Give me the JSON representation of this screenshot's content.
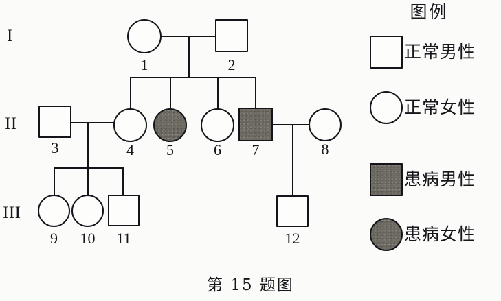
{
  "figure": {
    "caption": "第 15 题图",
    "background_color": "#fbfbfa",
    "stroke_color": "#14141a",
    "affected_fill_color": "#6e6b63",
    "unaffected_fill_color": "#fdfdfc"
  },
  "generations": [
    {
      "label": "I"
    },
    {
      "label": "II"
    },
    {
      "label": "III"
    }
  ],
  "individuals": [
    {
      "id": "1",
      "number": "1",
      "sex": "female",
      "affected": false,
      "generation": "I"
    },
    {
      "id": "2",
      "number": "2",
      "sex": "male",
      "affected": false,
      "generation": "I"
    },
    {
      "id": "3",
      "number": "3",
      "sex": "male",
      "affected": false,
      "generation": "II"
    },
    {
      "id": "4",
      "number": "4",
      "sex": "female",
      "affected": false,
      "generation": "II"
    },
    {
      "id": "5",
      "number": "5",
      "sex": "female",
      "affected": true,
      "generation": "II"
    },
    {
      "id": "6",
      "number": "6",
      "sex": "female",
      "affected": false,
      "generation": "II"
    },
    {
      "id": "7",
      "number": "7",
      "sex": "male",
      "affected": true,
      "generation": "II"
    },
    {
      "id": "8",
      "number": "8",
      "sex": "female",
      "affected": false,
      "generation": "II"
    },
    {
      "id": "9",
      "number": "9",
      "sex": "female",
      "affected": false,
      "generation": "III"
    },
    {
      "id": "10",
      "number": "10",
      "sex": "female",
      "affected": false,
      "generation": "III"
    },
    {
      "id": "11",
      "number": "11",
      "sex": "male",
      "affected": false,
      "generation": "III"
    },
    {
      "id": "12",
      "number": "12",
      "sex": "male",
      "affected": false,
      "generation": "III"
    }
  ],
  "legend": {
    "title": "图例",
    "items": [
      {
        "symbol": "open-square",
        "label": "正常男性"
      },
      {
        "symbol": "open-circle",
        "label": "正常女性"
      },
      {
        "symbol": "filled-square",
        "label": "患病男性"
      },
      {
        "symbol": "filled-circle",
        "label": "患病女性"
      }
    ]
  }
}
